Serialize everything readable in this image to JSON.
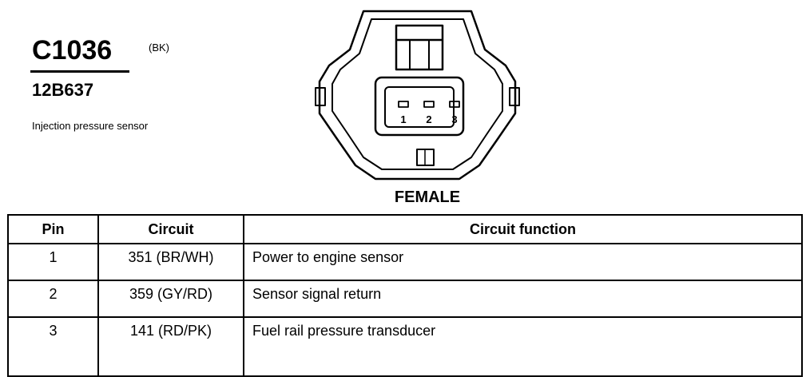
{
  "connector": {
    "id": "C1036",
    "color_code": "(BK)",
    "part_number": "12B637",
    "description": "Injection pressure sensor",
    "gender": "FEMALE",
    "pin_labels": [
      "1",
      "2",
      "3"
    ]
  },
  "table": {
    "headers": {
      "pin": "Pin",
      "circuit": "Circuit",
      "function": "Circuit function"
    },
    "rows": [
      {
        "pin": "1",
        "circuit": "351 (BR/WH)",
        "function": "Power to engine sensor"
      },
      {
        "pin": "2",
        "circuit": "359 (GY/RD)",
        "function": "Sensor signal return"
      },
      {
        "pin": "3",
        "circuit": "141 (RD/PK)",
        "function": "Fuel rail pressure transducer"
      }
    ]
  }
}
